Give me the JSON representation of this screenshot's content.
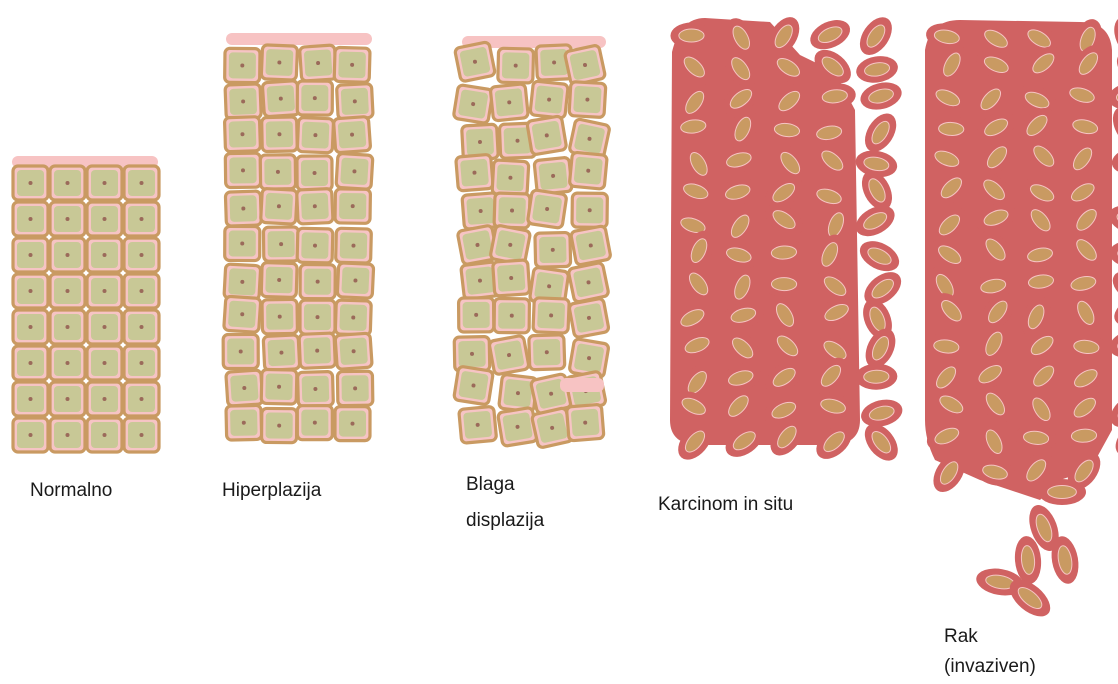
{
  "stages": [
    {
      "key": "normal",
      "label": "Normalno"
    },
    {
      "key": "hyperplasia",
      "label": "Hiperplazija"
    },
    {
      "key": "mild_dysplasia",
      "label_lines": [
        "Blaga",
        "displazija"
      ]
    },
    {
      "key": "carcinoma_in_situ",
      "label": "Karcinom in situ"
    },
    {
      "key": "invasive_cancer",
      "label_lines": [
        "Rak",
        "(invaziven)"
      ]
    }
  ],
  "colors": {
    "healthy_cell": "#c8c896",
    "cell_border": "#c99a62",
    "cytoplasm": "#f6c4c4",
    "surface_layer": "#f7c3c3",
    "cancer_cell": "#d06262",
    "cancer_nucleus": "#c99a62",
    "nucleus_dot": "#9b6a5a",
    "background": "#ffffff"
  }
}
